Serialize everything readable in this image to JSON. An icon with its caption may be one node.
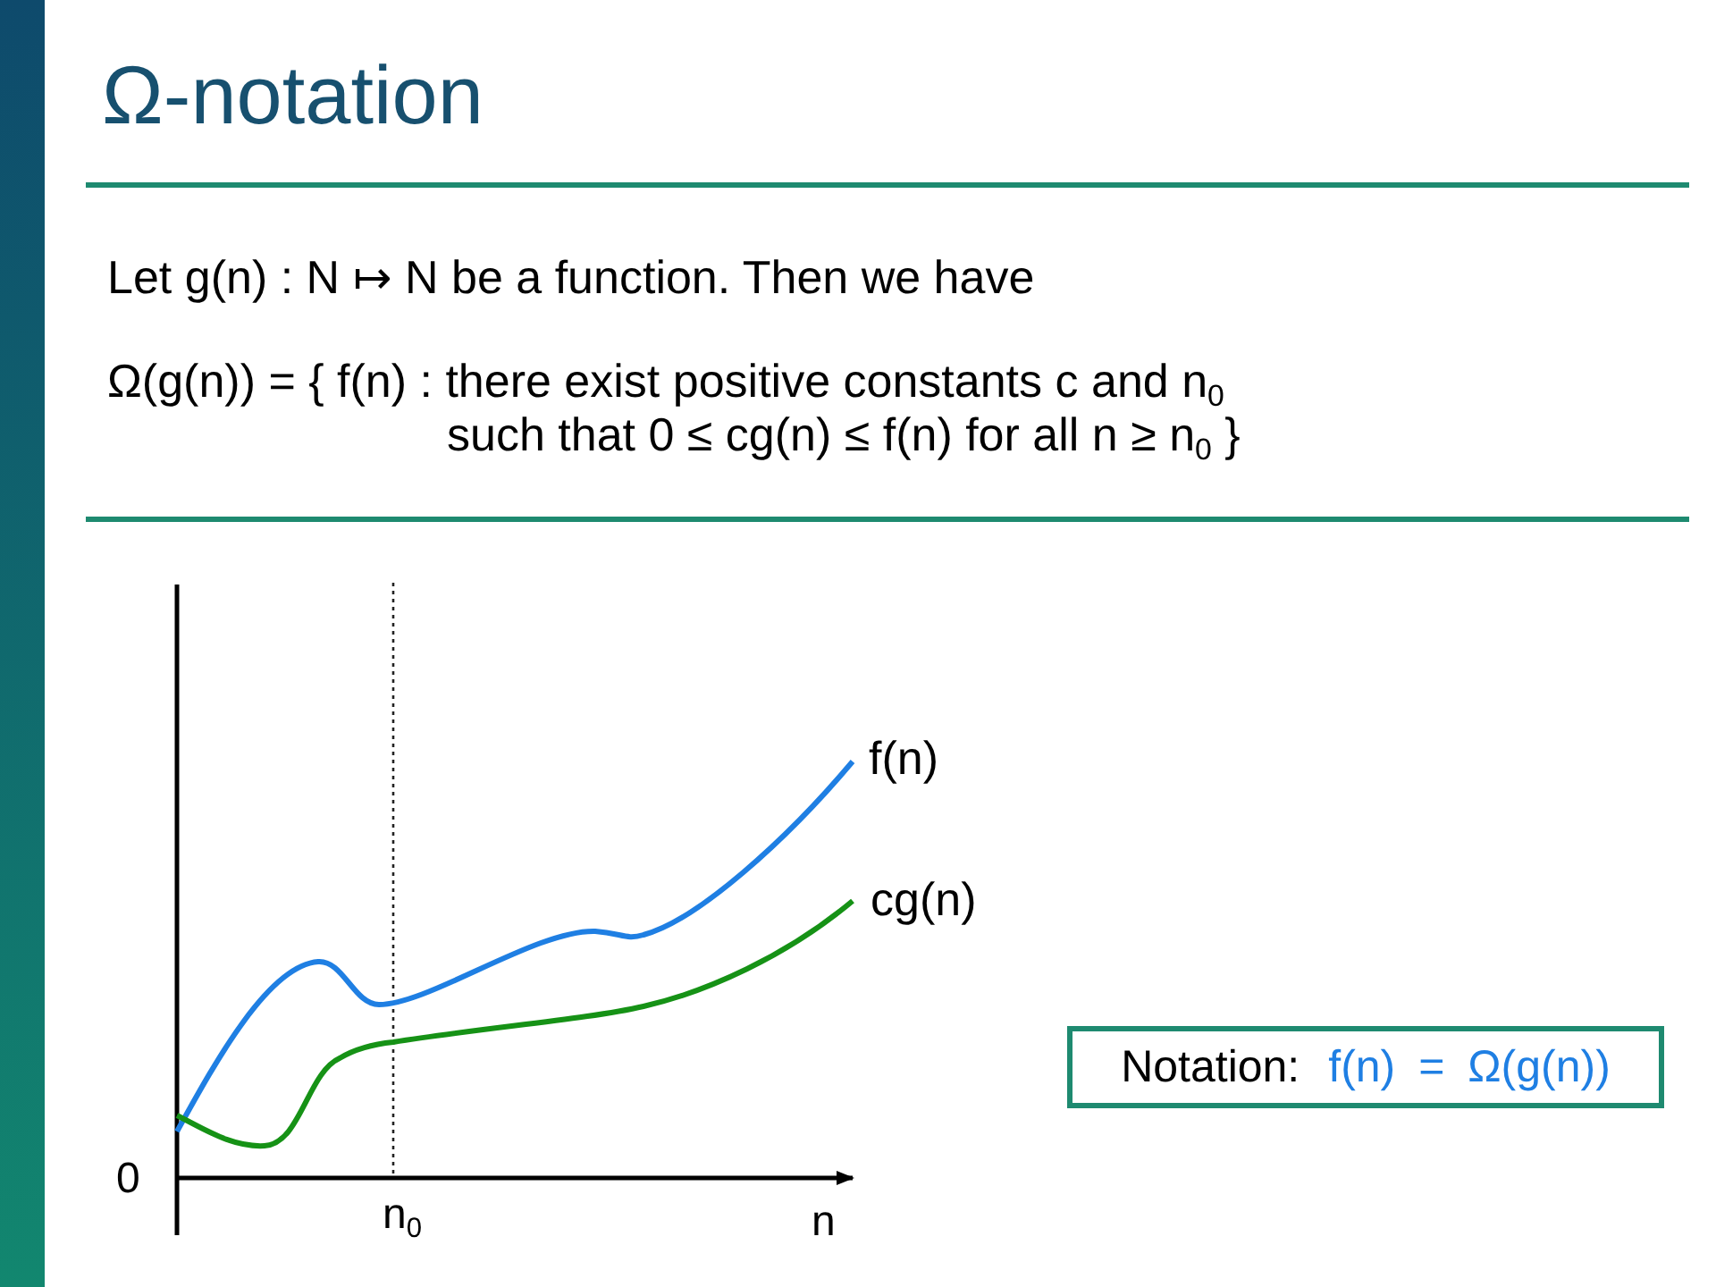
{
  "diagram": {
    "title": "Ω-notation",
    "nodes": [
      {
        "text": [],
        "shape": "bar"
      },
      {
        "text": [
          "Notation:",
          "f(n) = Ω(g(n))"
        ]
      }
    ],
    "labels": [
      "Let g(n) : N ↦ N be a function. Then we have",
      "Ω(g(n)) = { f(n) : there exist positive constants c and n$_{0}$ such that 0 ≤ cg(n) ≤ f(n) for all n ≥ n$_{0}$ }",
      "f(n)",
      "cg(n)",
      "0",
      "n$_{0}$",
      "n"
    ]
  }
}
